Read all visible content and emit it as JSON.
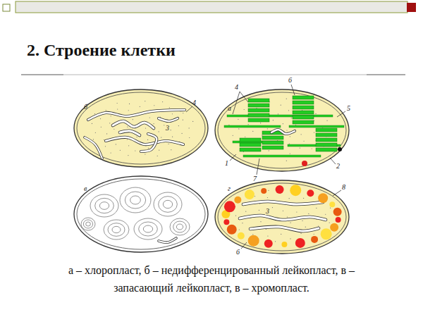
{
  "diagram": {
    "title": "2. Строение клетки",
    "caption": "а – хлоропласт, б – недифференцированный лейкопласт, в – запасающий лейкопласт, в – хромопласт.",
    "labels": [
      "б",
      "4",
      "3",
      "а",
      "4",
      "6",
      "5",
      "1",
      "7",
      "2",
      "в",
      "г",
      "8",
      "3",
      "6"
    ]
  }
}
